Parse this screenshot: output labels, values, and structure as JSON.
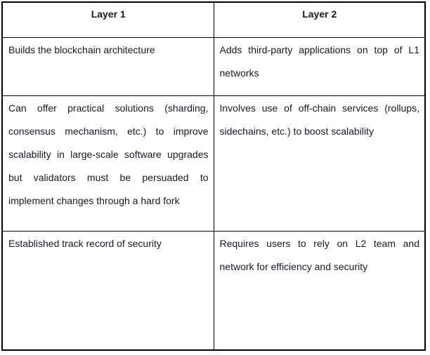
{
  "colors": {
    "border": "#000000",
    "text": "#191921",
    "background": "#ffffff"
  },
  "table": {
    "headers": [
      "Layer 1",
      "Layer 2"
    ],
    "rows": [
      [
        "Builds the blockchain architecture",
        "Adds third-party applications on top of L1 networks"
      ],
      [
        "Can offer practical solutions (sharding, consensus mechanism, etc.) to improve scalability in large-scale software upgrades but validators must be persuaded to implement changes through a hard fork",
        "Involves use of off-chain services (rollups, sidechains, etc.) to boost scalability"
      ],
      [
        "Established track record of security",
        "Requires users to rely on L2 team and network for efficiency and security"
      ]
    ]
  }
}
